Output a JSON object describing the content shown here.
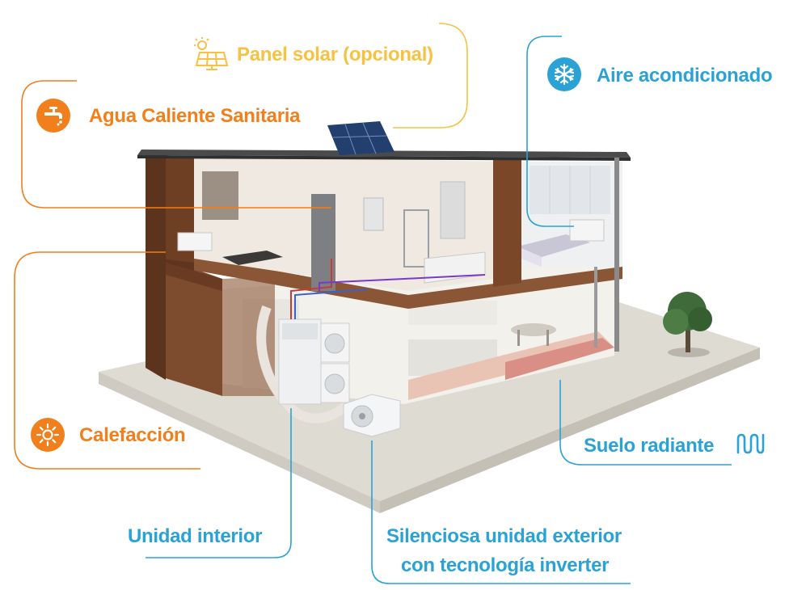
{
  "labels": {
    "solar": "Panel solar (opcional)",
    "hot_water": "Agua Caliente Sanitaria",
    "air": "Aire acondicionado",
    "heating": "Calefacción",
    "floor": "Suelo radiante",
    "indoor_unit": "Unidad interior",
    "outdoor_line1": "Silenciosa unidad exterior",
    "outdoor_line2": "con tecnología inverter"
  },
  "icons": {
    "solar": "solar-panel-icon",
    "hot_water": "faucet-icon",
    "air": "snowflake-icon",
    "heating": "sun-icon",
    "floor": "heating-coil-icon"
  },
  "colors": {
    "orange": "#f07f1c",
    "yellow": "#f6c244",
    "blue": "#2aa2d6"
  }
}
